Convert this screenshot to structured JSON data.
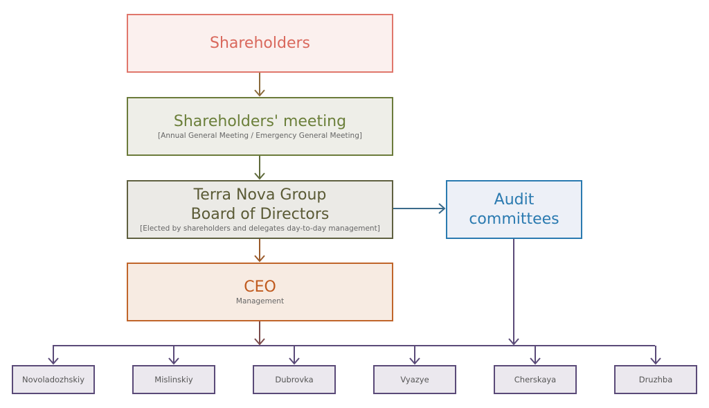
{
  "shareholders": {
    "title": "Shareholders"
  },
  "meeting": {
    "title": "Shareholders' meeting",
    "subtitle": "[Annual General Meeting / Emergency General Meeting]"
  },
  "board": {
    "title_line1": "Terra Nova Group",
    "title_line2": "Board of Directors",
    "subtitle": "[Elected by shareholders and delegates day-to-day management]"
  },
  "ceo": {
    "title": "CEO",
    "subtitle": "Management"
  },
  "audit": {
    "title_line1": "Audit",
    "title_line2": "committees"
  },
  "subsidiaries": [
    "Novoladozhskiy",
    "Mislinskiy",
    "Dubrovka",
    "Vyazye",
    "Cherskaya",
    "Druzhba"
  ]
}
